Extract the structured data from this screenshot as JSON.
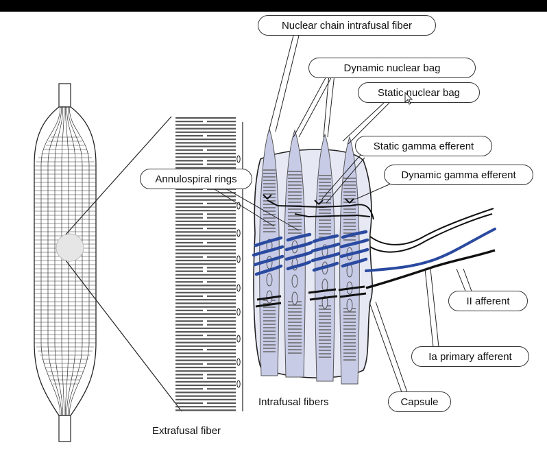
{
  "labels": {
    "nuclear_chain": "Nuclear chain intrafusal fiber",
    "dynamic_bag": "Dynamic nuclear bag",
    "static_bag": "Static nuclear bag",
    "static_gamma": "Static gamma efferent",
    "dynamic_gamma": "Dynamic gamma efferent",
    "annulospiral": "Annulospiral rings",
    "ii_afferent": "II afferent",
    "ia_afferent": "Ia primary afferent",
    "capsule": "Capsule",
    "intrafusal_fibers": "Intrafusal fibers",
    "extrafusal_fiber": "Extrafusal fiber"
  },
  "colors": {
    "afferent_blue": "#2a4aa0",
    "fiber_fill": "#c8cbe6",
    "capsule_fill": "#e6e8f4",
    "outline": "#222222",
    "top_bar": "#000000"
  }
}
